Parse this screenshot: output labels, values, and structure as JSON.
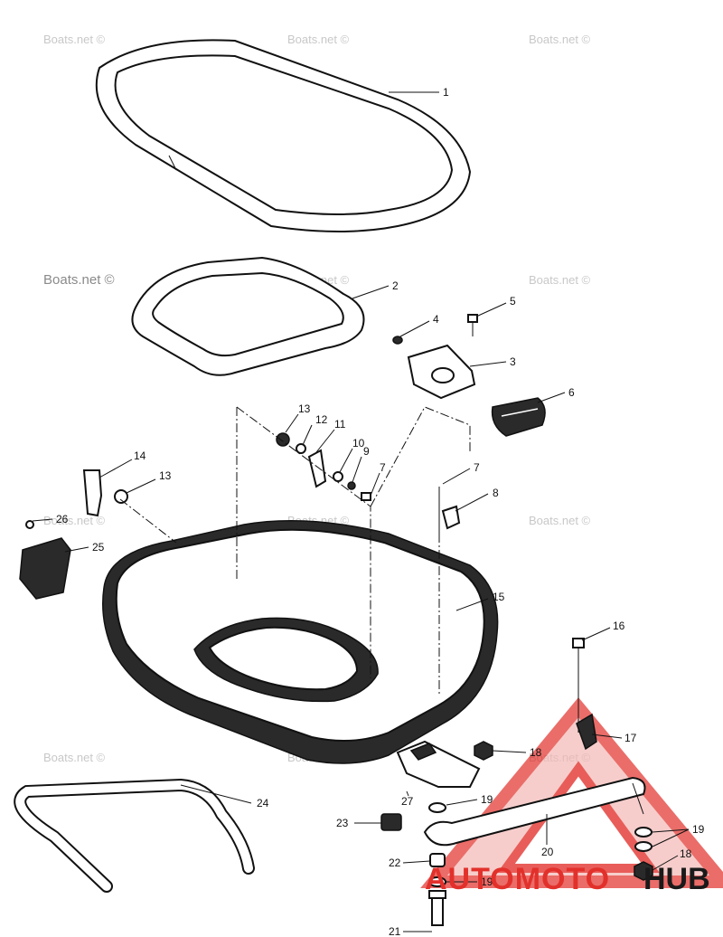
{
  "watermark": {
    "text": "Boats.net ©",
    "color": "#c8c8c8"
  },
  "logo": {
    "part1": "AUTOMOTO",
    "part2": "HUB",
    "color_red": "#e2302b",
    "color_dark": "#1a1a1a"
  },
  "callouts": [
    "1",
    "2",
    "3",
    "4",
    "5",
    "6",
    "7",
    "8",
    "9",
    "10",
    "11",
    "12",
    "13",
    "13",
    "14",
    "15",
    "16",
    "17",
    "18",
    "18",
    "19",
    "19",
    "19",
    "20",
    "21",
    "22",
    "23",
    "24",
    "25",
    "26",
    "27",
    "7"
  ]
}
